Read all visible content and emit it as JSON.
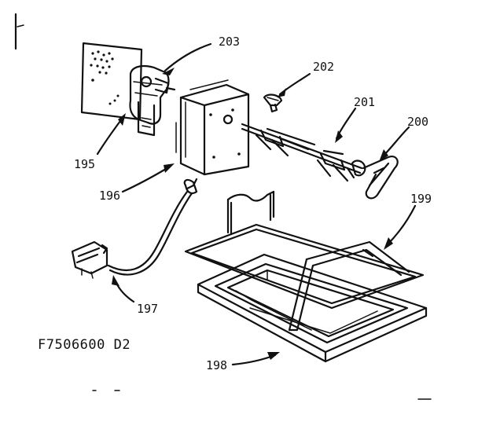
{
  "figure_code": "F7506600 D2",
  "callouts": {
    "p195": "195",
    "p196": "196",
    "p197": "197",
    "p198": "198",
    "p199": "199",
    "p200": "200",
    "p201": "201",
    "p202": "202",
    "p203": "203"
  },
  "colors": {
    "ink": "#111111",
    "paper": "#ffffff"
  }
}
